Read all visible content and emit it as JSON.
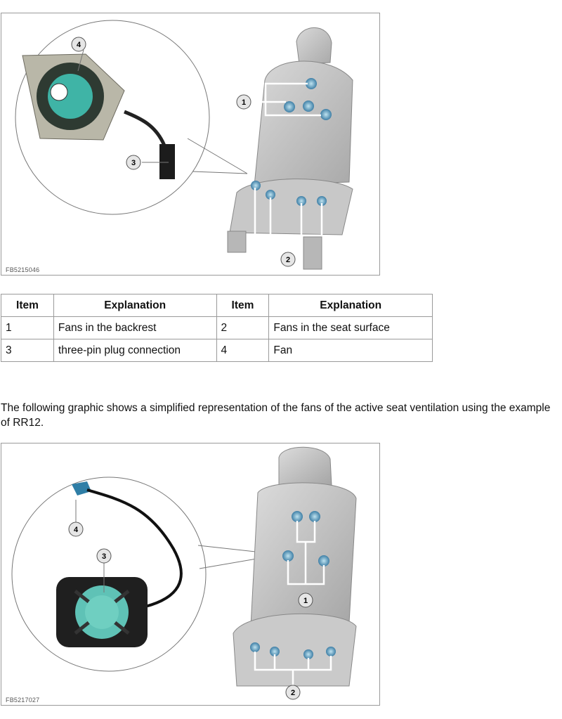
{
  "figure1": {
    "code": "FB5215046",
    "callouts": [
      "1",
      "2",
      "3",
      "4"
    ]
  },
  "legend": {
    "headers": [
      "Item",
      "Explanation",
      "Item",
      "Explanation"
    ],
    "rows": [
      [
        "1",
        "Fans in the backrest",
        "2",
        "Fans in the seat surface"
      ],
      [
        "3",
        "three-pin plug connection",
        "4",
        "Fan"
      ]
    ]
  },
  "paragraph": "The following graphic shows a simplified representation of the fans of the active seat ventilation using the example of RR12.",
  "figure2": {
    "code": "FB5217027",
    "callouts": [
      "1",
      "2",
      "3",
      "4"
    ]
  }
}
